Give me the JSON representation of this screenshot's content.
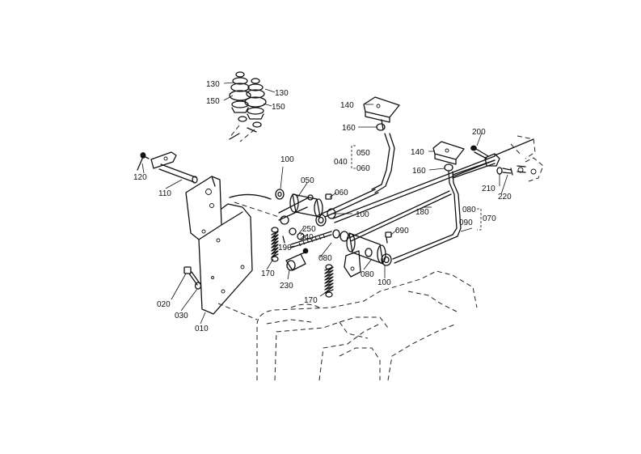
{
  "part_labels": {
    "p010": "010",
    "p020": "020",
    "p030": "030",
    "p040": "040",
    "p050a": "050",
    "p050b": "050",
    "p060a": "060",
    "p060b": "060",
    "p070": "070",
    "p080a": "080",
    "p080b": "080",
    "p080c": "080",
    "p090a": "090",
    "p090b": "090",
    "p100a": "100",
    "p100b": "100",
    "p100c": "100",
    "p110": "110",
    "p120": "120",
    "p130a": "130",
    "p130b": "130",
    "p140a": "140",
    "p140b": "140",
    "p150a": "150",
    "p150b": "150",
    "p160a": "160",
    "p160b": "160",
    "p170a": "170",
    "p170b": "170",
    "p180": "180",
    "p190": "190",
    "p200": "200",
    "p210": "210",
    "p220": "220",
    "p230": "230",
    "p240": "240",
    "p250": "250"
  }
}
